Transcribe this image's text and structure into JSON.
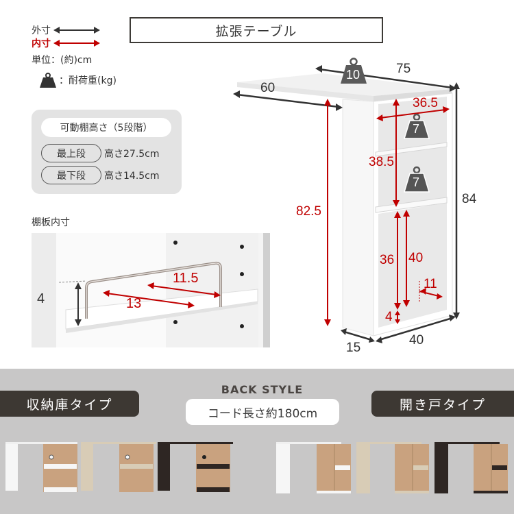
{
  "legend": {
    "outer_label": "外寸",
    "inner_label": "内寸",
    "unit_label": "単位：(約)cm",
    "load_label": "：耐荷重(kg)",
    "outer_color": "#333333",
    "inner_color": "#c00000",
    "load_icon": "weight-icon"
  },
  "title": "拡張テーブル",
  "shelf_panel": {
    "heading": "可動棚高さ（5段階）",
    "rows": [
      {
        "label": "最上段",
        "value": "高さ27.5cm"
      },
      {
        "label": "最下段",
        "value": "高さ14.5cm"
      }
    ]
  },
  "shelf_detail": {
    "label": "棚板内寸",
    "dims": {
      "height": "4",
      "depth_back": "11.5",
      "depth_front": "13"
    }
  },
  "dimensions": {
    "outer": {
      "width": "75",
      "depth": "60",
      "height": "84",
      "side_depth": "15",
      "cabinet_width": "40"
    },
    "inner": {
      "table_height": "82.5",
      "shelf_width": "36.5",
      "upper_height": "38.5",
      "lower_height_a": "36",
      "lower_height_b": "40",
      "base": "4",
      "cord_gap": "11"
    },
    "loads": {
      "table": "10",
      "shelf_upper": "7",
      "shelf_lower": "7"
    }
  },
  "back_style": {
    "heading": "BACK STYLE",
    "cord_length": "コード長さ約180cm",
    "left_type": "収納庫タイプ",
    "right_type": "開き戸タイプ"
  },
  "variants": {
    "storage": [
      {
        "color": "white",
        "hex": "#f4f4f4"
      },
      {
        "color": "natural",
        "hex": "#d8ccb6"
      },
      {
        "color": "brown",
        "hex": "#2e2623"
      }
    ],
    "door": [
      {
        "color": "white",
        "hex": "#f4f4f4"
      },
      {
        "color": "natural",
        "hex": "#d8ccb6"
      },
      {
        "color": "brown",
        "hex": "#2e2623"
      }
    ],
    "back_panel_hex": "#c9a27f"
  }
}
